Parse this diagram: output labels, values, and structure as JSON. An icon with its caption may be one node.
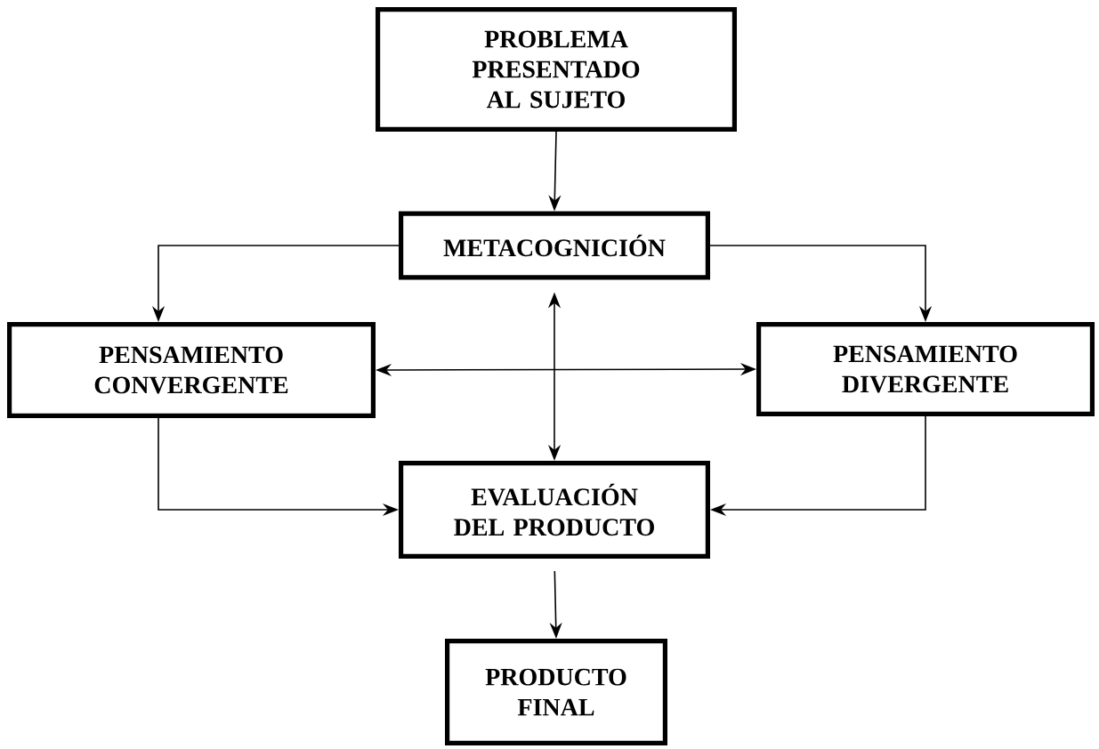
{
  "diagram": {
    "nodes": [
      {
        "text": [
          "PROBLEMA PRESENTADO AL SUJETO"
        ]
      },
      {
        "text": [
          "METACOGNICIÓN"
        ]
      },
      {
        "text": [
          "PENSAMIENTO CONVERGENTE"
        ]
      },
      {
        "text": [
          "PENSAMIENTO DIVERGENTE"
        ]
      },
      {
        "text": [
          "EVALUACIÓN DEL PRODUCTO"
        ]
      },
      {
        "text": [
          "PRODUCTO FINAL"
        ]
      }
    ],
    "edges": [
      {
        "from": 0,
        "to": 1,
        "arrow": "to"
      },
      {
        "from": 1,
        "to": 2,
        "arrow": "to"
      },
      {
        "from": 1,
        "to": 3,
        "arrow": "to"
      },
      {
        "from": 2,
        "to": 3,
        "arrow": "both"
      },
      {
        "from": 1,
        "to": 4,
        "arrow": "both"
      },
      {
        "from": 2,
        "to": 4,
        "arrow": "to"
      },
      {
        "from": 3,
        "to": 4,
        "arrow": "to"
      },
      {
        "from": 4,
        "to": 5,
        "arrow": "to"
      }
    ]
  }
}
